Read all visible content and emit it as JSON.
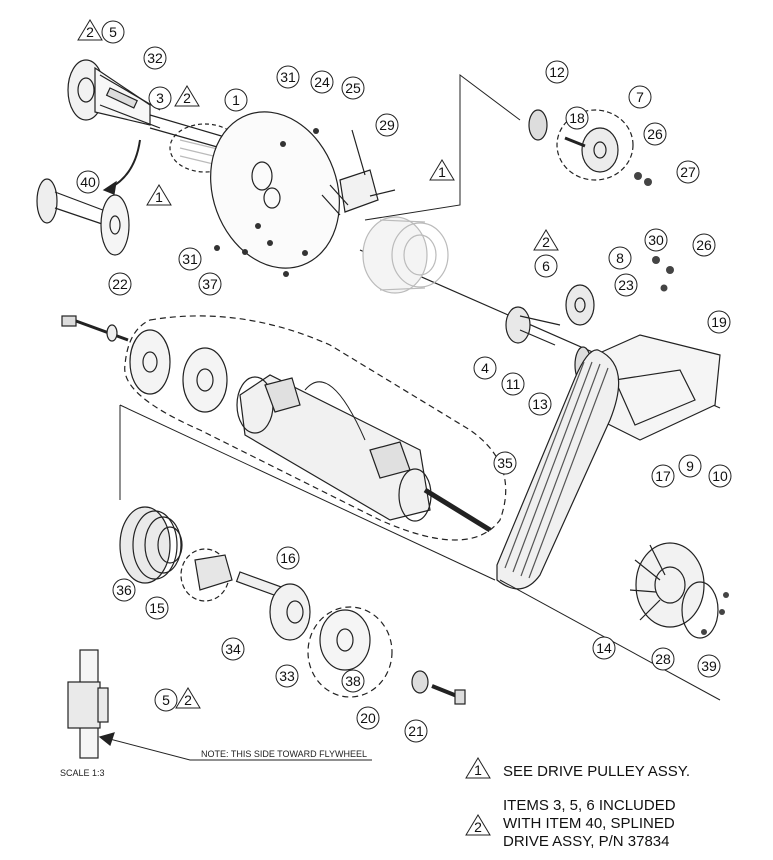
{
  "callouts": [
    {
      "label": "5",
      "id": "c5a"
    },
    {
      "label": "32",
      "id": "c32"
    },
    {
      "label": "3",
      "id": "c3"
    },
    {
      "label": "40",
      "id": "c40"
    },
    {
      "label": "31",
      "id": "c31a"
    },
    {
      "label": "1",
      "id": "c1"
    },
    {
      "label": "24",
      "id": "c24"
    },
    {
      "label": "25",
      "id": "c25"
    },
    {
      "label": "29",
      "id": "c29"
    },
    {
      "label": "31",
      "id": "c31b"
    },
    {
      "label": "12",
      "id": "c12"
    },
    {
      "label": "7",
      "id": "c7"
    },
    {
      "label": "18",
      "id": "c18"
    },
    {
      "label": "26",
      "id": "c26a"
    },
    {
      "label": "27",
      "id": "c27"
    },
    {
      "label": "30",
      "id": "c30"
    },
    {
      "label": "26",
      "id": "c26b"
    },
    {
      "label": "22",
      "id": "c22"
    },
    {
      "label": "37",
      "id": "c37"
    },
    {
      "label": "6",
      "id": "c6"
    },
    {
      "label": "8",
      "id": "c8"
    },
    {
      "label": "23",
      "id": "c23"
    },
    {
      "label": "19",
      "id": "c19"
    },
    {
      "label": "4",
      "id": "c4"
    },
    {
      "label": "11",
      "id": "c11"
    },
    {
      "label": "13",
      "id": "c13"
    },
    {
      "label": "17",
      "id": "c17"
    },
    {
      "label": "9",
      "id": "c9"
    },
    {
      "label": "10",
      "id": "c10"
    },
    {
      "label": "35",
      "id": "c35"
    },
    {
      "label": "16",
      "id": "c16"
    },
    {
      "label": "36",
      "id": "c36"
    },
    {
      "label": "15",
      "id": "c15"
    },
    {
      "label": "34",
      "id": "c34"
    },
    {
      "label": "33",
      "id": "c33"
    },
    {
      "label": "38",
      "id": "c38"
    },
    {
      "label": "14",
      "id": "c14"
    },
    {
      "label": "28",
      "id": "c28"
    },
    {
      "label": "39",
      "id": "c39"
    },
    {
      "label": "20",
      "id": "c20"
    },
    {
      "label": "21",
      "id": "c21"
    },
    {
      "label": "5",
      "id": "c5b"
    }
  ],
  "triangle_markers": [
    {
      "label": "2",
      "id": "t2a"
    },
    {
      "label": "2",
      "id": "t2b"
    },
    {
      "label": "1",
      "id": "t1a"
    },
    {
      "label": "1",
      "id": "t1b"
    },
    {
      "label": "2",
      "id": "t2c"
    },
    {
      "label": "2",
      "id": "t2d"
    }
  ],
  "notes": {
    "flywheel_note": "NOTE:  THIS SIDE TOWARD FLYWHEEL",
    "scale": "SCALE 1:3",
    "legend1_marker": "1",
    "legend1_text": "SEE DRIVE PULLEY ASSY.",
    "legend2_marker": "2",
    "legend2_line1": "ITEMS 3, 5, 6 INCLUDED",
    "legend2_line2": "WITH ITEM 40, SPLINED",
    "legend2_line3": "DRIVE ASSY, P/N 37834"
  }
}
